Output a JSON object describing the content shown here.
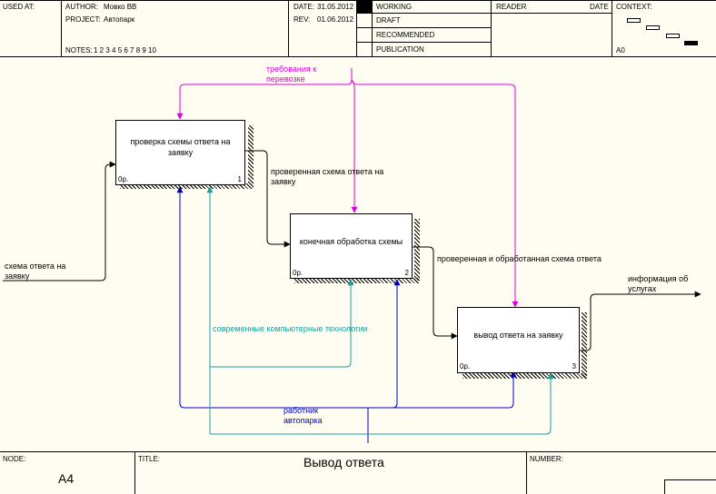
{
  "header": {
    "used_at_label": "USED AT:",
    "author_label": "AUTHOR:",
    "author_value": "Мовко ВВ",
    "project_label": "PROJECT:",
    "project_value": "Автопарк",
    "date_label": "DATE:",
    "date_value": "31.05.2012",
    "rev_label": "REV:",
    "rev_value": "01.06.2012",
    "notes_label": "NOTES:",
    "notes_value": "1  2  3  4  5  6  7  8  9  10",
    "status": [
      "WORKING",
      "DRAFT",
      "RECOMMENDED",
      "PUBLICATION"
    ],
    "reader_label": "READER",
    "reader_date_label": "DATE",
    "context_label": "CONTEXT:",
    "context_node": "A0"
  },
  "activities": [
    {
      "name": "проверка схемы ответа на заявку",
      "cost": "0р.",
      "number": "1"
    },
    {
      "name": "конечная обработка схемы",
      "cost": "0р.",
      "number": "2"
    },
    {
      "name": "вывод ответа на заявку",
      "cost": "0р.",
      "number": "3"
    }
  ],
  "arrows": {
    "input_scheme": "схема ответа на\nзаявку",
    "checked_scheme": "проверенная схема ответа на\nзаявку",
    "processed_scheme": "проверенная и обработанная схема ответа",
    "output_info": "информация об\nуслугах",
    "control_requirements": "требования к\nперевозке",
    "mechanism_tech": "современные компьютерные технологии",
    "mechanism_worker": "работник\nавтопарка"
  },
  "colors": {
    "control": "#e000e0",
    "mechanism_blue": "#0000c0",
    "mechanism_teal": "#18a0a0",
    "flow": "#000000"
  },
  "footer": {
    "node_label": "NODE:",
    "node_value": "A4",
    "title_label": "TITLE:",
    "title_value": "Вывод ответа",
    "number_label": "NUMBER:"
  }
}
